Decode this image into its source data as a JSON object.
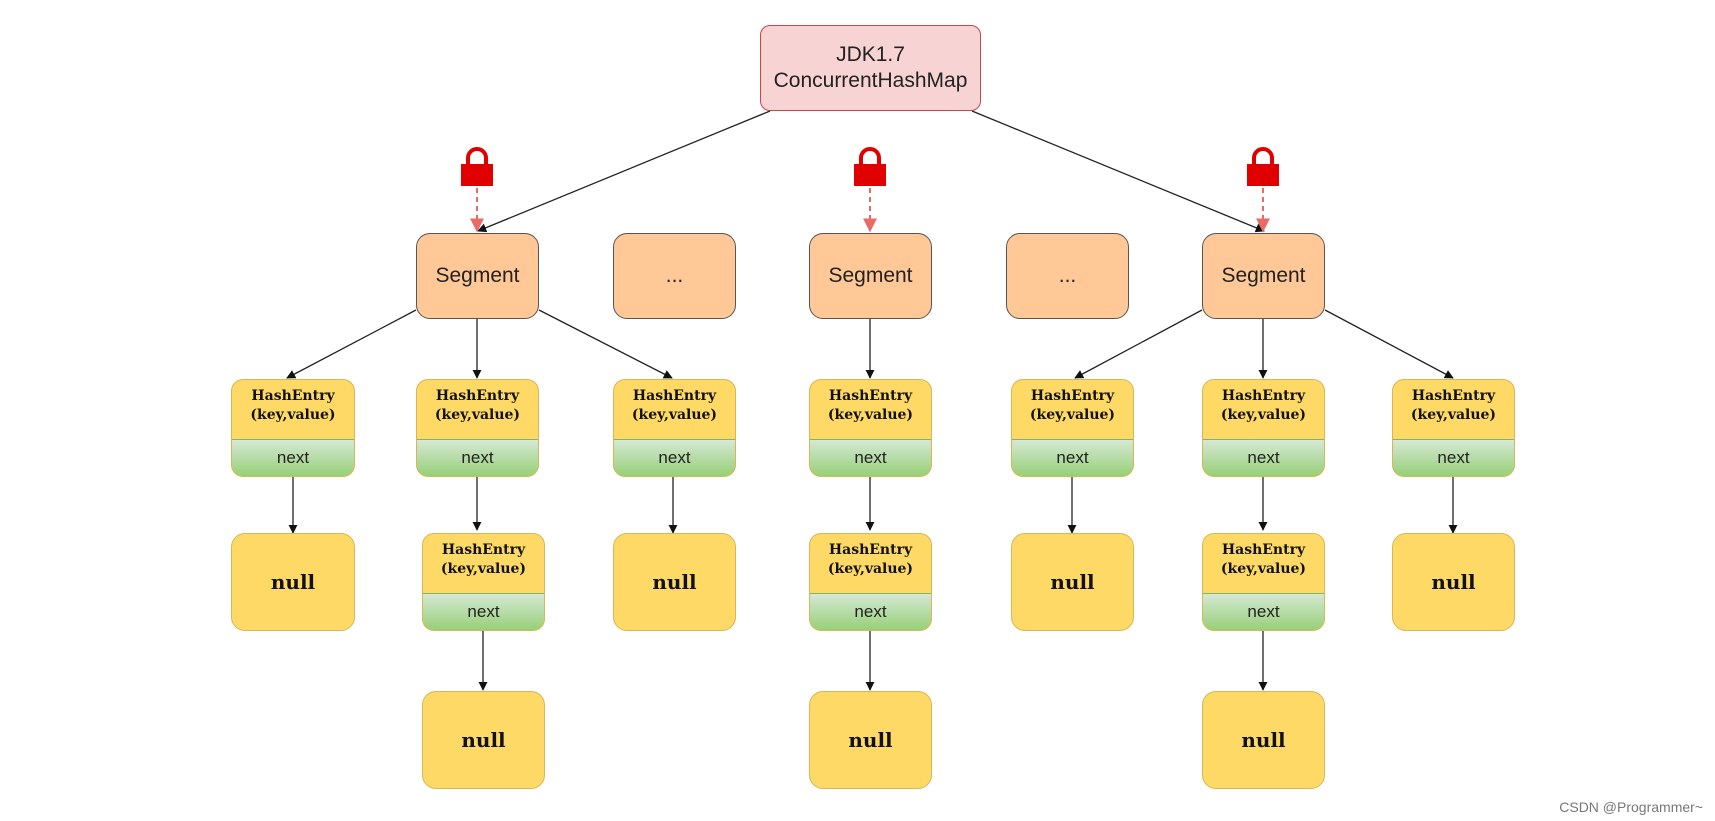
{
  "root": {
    "line1": "JDK1.7",
    "line2": "ConcurrentHashMap"
  },
  "segments": [
    {
      "label": "Segment",
      "locked": true
    },
    {
      "label": "...",
      "locked": false
    },
    {
      "label": "Segment",
      "locked": true
    },
    {
      "label": "...",
      "locked": false
    },
    {
      "label": "Segment",
      "locked": true
    }
  ],
  "entry": {
    "name": "HashEntry",
    "kv": "(key,value)",
    "next": "next"
  },
  "null_label": "null",
  "watermark": "CSDN @Programmer~",
  "colors": {
    "root_fill": "#f8d3d3",
    "root_stroke": "#c9464a",
    "segment_fill": "#ffc896",
    "entry_fill": "#ffd966",
    "next_fill": "#97d077",
    "lock": "#e00000",
    "lock_arrow": "#ea6b66"
  }
}
